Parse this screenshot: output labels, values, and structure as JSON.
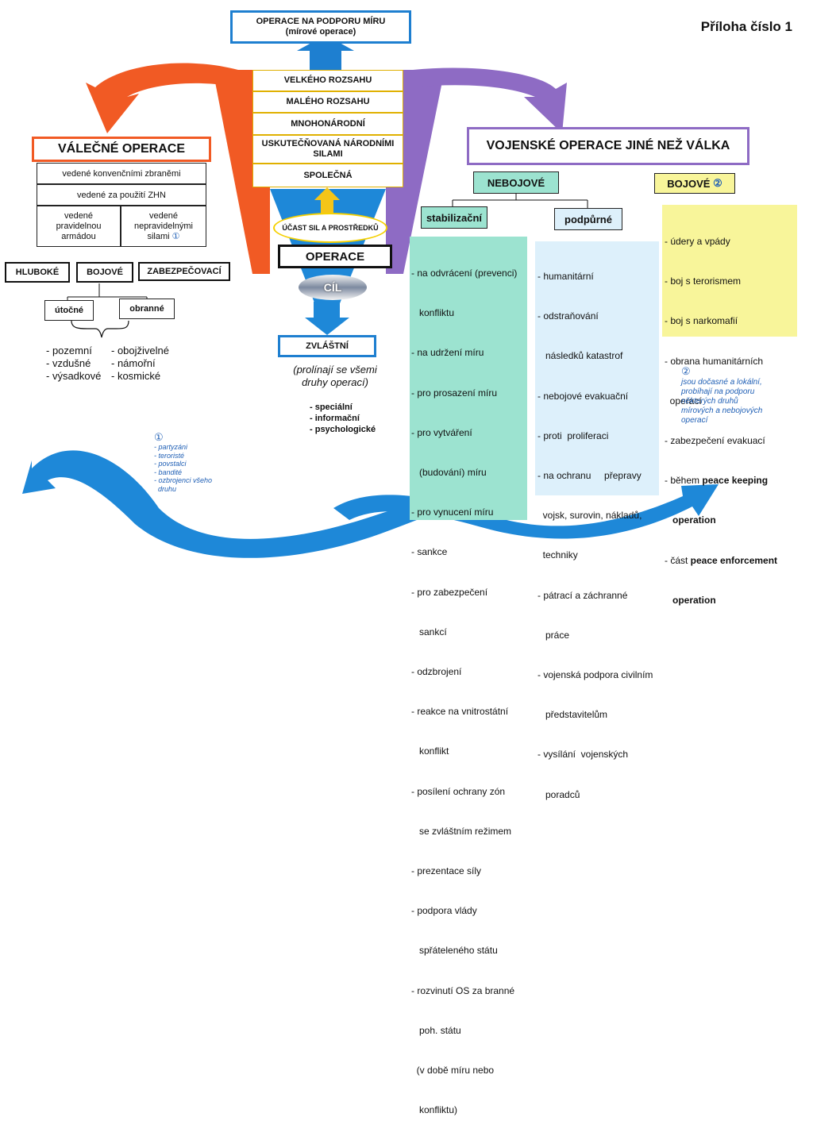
{
  "annex_label": "Příloha číslo 1",
  "top_box": {
    "line1": "OPERACE NA PODPORU MÍRU",
    "line2": "(mírové operace)"
  },
  "center_stack": [
    "VELKÉHO ROZSAHU",
    "MALÉHO ROZSAHU",
    "MNOHONÁRODNÍ",
    "USKUTEČŇOVANÁ NÁRODNÍMI SILAMI",
    "SPOLEČNÁ"
  ],
  "center_oval": "ÚČAST SIL A PROSTŘEDKŮ",
  "operace_label": "OPERACE",
  "cil_label": "CÍL",
  "zvlastni": {
    "title": "ZVLÁŠTNÍ",
    "note_line1": "(prolínají se všemi",
    "note_line2": "druhy operací)",
    "items": [
      "- speciální",
      "- informační",
      "- psychologické"
    ]
  },
  "war_ops": {
    "title": "VÁLEČNÉ OPERACE",
    "row1": "vedené konvenčními zbraněmi",
    "row2": "vedené za použití ZHN",
    "regular": {
      "l1": "vedené",
      "l2": "pravidelnou",
      "l3": "armádou"
    },
    "irregular": {
      "l1": "vedené",
      "l2": "nepravidelnými",
      "l3": "silami",
      "mark": "①"
    },
    "types": [
      "HLUBOKÉ",
      "BOJOVÉ",
      "ZABEZPEČOVACÍ"
    ],
    "attack": "útočné",
    "defense": "obranné",
    "left_list": [
      "- pozemní",
      "- vzdušné",
      "- výsadkové"
    ],
    "right_list": [
      "- obojživelné",
      "- námořní",
      "- kosmické"
    ]
  },
  "footnote1": {
    "mark": "①",
    "items": [
      "- partyzáni",
      "- teroristé",
      "- povstalci",
      "- bandité",
      "- ozbrojenci všeho",
      "  druhu"
    ]
  },
  "mootw": {
    "title": "VOJENSKÉ OPERACE JINÉ NEŽ VÁLKA",
    "nonbojove": "NEBOJOVÉ",
    "bojove": "BOJOVÉ",
    "bojove_mark": "②",
    "stabilizacni": "stabilizační",
    "podpurne": "podpůrné",
    "stab_list": [
      "- na odvrácení (prevenci)",
      "   konfliktu",
      "- na udržení míru",
      "- pro prosazení míru",
      "- pro vytváření",
      "   (budování) míru",
      "- pro vynucení míru",
      "- sankce",
      "- pro zabezpečení",
      "   sankcí",
      "- odzbrojení",
      "- reakce na vnitrostátní",
      "   konflikt",
      "- posílení ochrany zón",
      "   se zvláštním režimem",
      "- prezentace síly",
      "- podpora vlády",
      "   spřáteleného státu",
      "- rozvinutí OS za branné",
      "   poh. státu",
      "  (v době míru nebo",
      "   konfliktu)"
    ],
    "podp_list": [
      "- humanitární",
      "- odstraňování",
      "   následků katastrof",
      "- nebojové evakuační",
      "- proti  proliferaci",
      "- na ochranu     přepravy",
      "  vojsk, surovin, nákladů,",
      "  techniky",
      "- pátrací a záchranné",
      "   práce",
      "- vojenská podpora civilním",
      "   představitelům",
      "- vysílání  vojenských",
      "   poradců"
    ],
    "boj_list": [
      "- údery a vpády",
      "- boj s terorismem",
      "- boj s narkomafií",
      "- obrana humanitárních",
      "  operací",
      "- zabezpečení evakuací"
    ],
    "boj_pk_prefix": "- během ",
    "boj_pk_bold": "peace keeping",
    "boj_pk_bold2": "operation",
    "boj_pe_prefix": "- část ",
    "boj_pe_bold": "peace enforcement",
    "boj_pe_bold2": "operation"
  },
  "footnote2": {
    "mark": "②",
    "lines": [
      "jsou dočasné a lokální,",
      "probíhají na podporu",
      "některých druhů",
      "mírových a nebojových",
      "operací"
    ]
  },
  "colors": {
    "orange": "#f15a24",
    "purple": "#8e6bc4",
    "blue": "#1e88d8",
    "teal": "#9ce3d0",
    "yellow": "#f8f59a",
    "frame_blue": "#1e7fd0"
  }
}
